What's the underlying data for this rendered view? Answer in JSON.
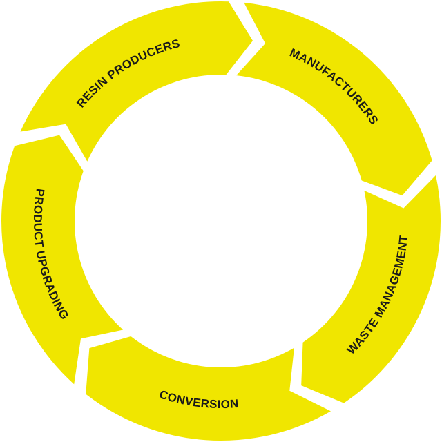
{
  "diagram": {
    "type": "cycle",
    "accent_color": "#f0e600",
    "text_color": "#1a1a1a",
    "background": "#ffffff",
    "segments": [
      {
        "label": "RESIN PRODUCERS"
      },
      {
        "label": "MANUFACTURERS"
      },
      {
        "label": "WASTE MANAGEMENT"
      },
      {
        "label": "CONVERSION"
      },
      {
        "label": "PRODUCT UPGRADING"
      }
    ]
  }
}
